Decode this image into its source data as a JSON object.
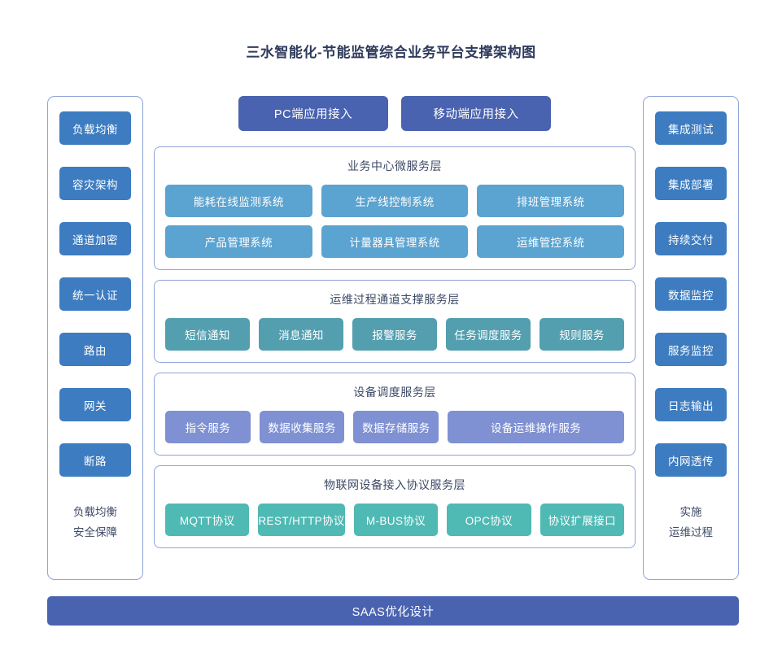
{
  "title": "三水智能化-节能监管综合业务平台支撑架构图",
  "colors": {
    "title_text": "#2f3a5c",
    "panel_border": "#8fa4d8",
    "sidebar_chip": "#3d7cc0",
    "access_chip": "#4a63b0",
    "business_node": "#5ba3d0",
    "channel_node": "#539faf",
    "device_node": "#7f91d2",
    "protocol_node": "#4fb9b4",
    "saas_bar": "#4a63b0",
    "layer_title_text": "#3d4a66"
  },
  "left_panel": {
    "chips": [
      {
        "label": "负载均衡"
      },
      {
        "label": "容灾架构"
      },
      {
        "label": "通道加密"
      },
      {
        "label": "统一认证"
      },
      {
        "label": "路由"
      },
      {
        "label": "网关"
      },
      {
        "label": "断路"
      }
    ],
    "note_lines": [
      "负载均衡",
      "安全保障"
    ]
  },
  "right_panel": {
    "chips": [
      {
        "label": "集成测试"
      },
      {
        "label": "集成部署"
      },
      {
        "label": "持续交付"
      },
      {
        "label": "数据监控"
      },
      {
        "label": "服务监控"
      },
      {
        "label": "日志输出"
      },
      {
        "label": "内网透传"
      }
    ],
    "note_lines": [
      "实施",
      "运维过程"
    ]
  },
  "access": {
    "items": [
      {
        "label": "PC端应用接入"
      },
      {
        "label": "移动端应用接入"
      }
    ]
  },
  "layers": [
    {
      "title": "业务中心微服务层",
      "rows": [
        [
          {
            "label": "能耗在线监测系统"
          },
          {
            "label": "生产线控制系统"
          },
          {
            "label": "排班管理系统"
          }
        ],
        [
          {
            "label": "产品管理系统"
          },
          {
            "label": "计量器具管理系统"
          },
          {
            "label": "运维管控系统"
          }
        ]
      ]
    },
    {
      "title": "运维过程通道支撑服务层",
      "rows": [
        [
          {
            "label": "短信通知"
          },
          {
            "label": "消息通知"
          },
          {
            "label": "报警服务"
          },
          {
            "label": "任务调度服务"
          },
          {
            "label": "规则服务"
          }
        ]
      ]
    },
    {
      "title": "设备调度服务层",
      "rows": [
        [
          {
            "label": "指令服务"
          },
          {
            "label": "数据收集服务"
          },
          {
            "label": "数据存储服务"
          },
          {
            "label": "设备运维操作服务"
          }
        ]
      ]
    },
    {
      "title": "物联网设备接入协议服务层",
      "rows": [
        [
          {
            "label": "MQTT协议"
          },
          {
            "label": "REST/HTTP协议"
          },
          {
            "label": "M-BUS协议"
          },
          {
            "label": "OPC协议"
          },
          {
            "label": "协议扩展接口"
          }
        ]
      ]
    }
  ],
  "saas_bar": {
    "label": "SAAS优化设计"
  }
}
